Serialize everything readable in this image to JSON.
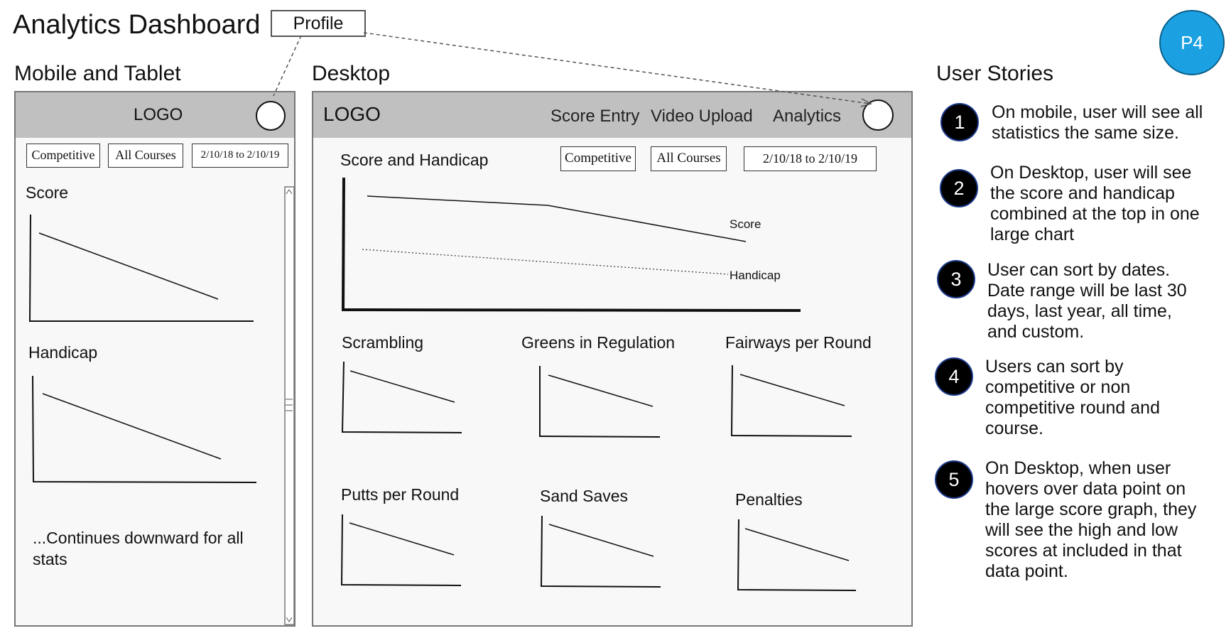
{
  "header": {
    "title": "Analytics Dashboard",
    "profile_tag": "Profile",
    "page_badge": "P4"
  },
  "sections": {
    "mobile": "Mobile and Tablet",
    "desktop": "Desktop",
    "stories": "User Stories"
  },
  "mobile": {
    "logo": "LOGO",
    "filters": {
      "competitive": "Competitive",
      "courses": "All Courses",
      "dates": "2/10/18 to 2/10/19"
    },
    "charts": {
      "score": "Score",
      "handicap": "Handicap"
    },
    "continues": "...Continues downward for all stats"
  },
  "desktop": {
    "logo": "LOGO",
    "nav": {
      "score_entry": "Score Entry",
      "video_upload": "Video Upload",
      "analytics": "Analytics"
    },
    "main_chart": {
      "title": "Score and Handicap",
      "score_label": "Score",
      "handicap_label": "Handicap"
    },
    "filters": {
      "competitive": "Competitive",
      "courses": "All Courses",
      "dates": "2/10/18 to 2/10/19"
    },
    "small_charts": {
      "scrambling": "Scrambling",
      "gir": "Greens in Regulation",
      "fairways": "Fairways per Round",
      "putts": "Putts per Round",
      "sand": "Sand Saves",
      "penalties": "Penalties"
    }
  },
  "stories": [
    {
      "num": "1",
      "text": "On mobile, user will see all statistics the same size."
    },
    {
      "num": "2",
      "text": "On Desktop, user will see the score and handicap combined at the top in one large chart"
    },
    {
      "num": "3",
      "text": "User can sort by dates. Date range will be last 30 days, last year, all time, and custom."
    },
    {
      "num": "4",
      "text": "Users can sort by competitive or non competitive round and course."
    },
    {
      "num": "5",
      "text": "On Desktop, when user hovers over data point on the large score graph, they will see the high and low scores at included in that data point."
    }
  ]
}
